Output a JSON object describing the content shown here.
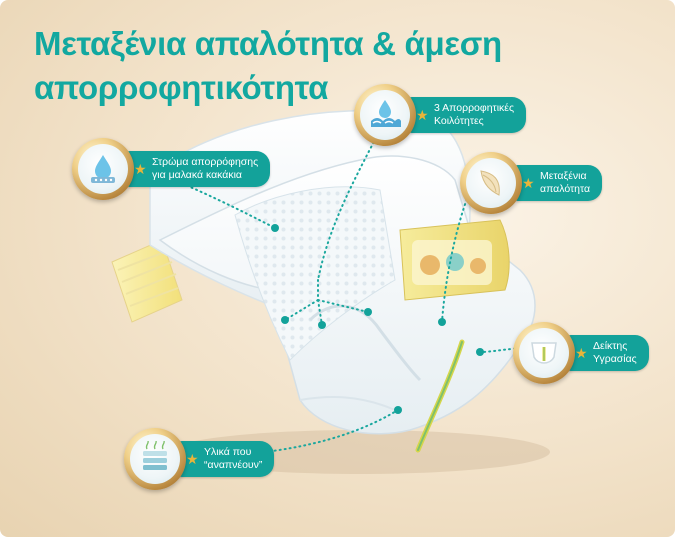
{
  "headline": {
    "line1": "Μεταξένια απαλότητα & άμεση",
    "line2": "απορροφητικότητα"
  },
  "features": [
    {
      "id": "layer",
      "icon": "droplet-layer-icon",
      "line1": "Στρώμα απορρόφησης",
      "line2": "για μαλακά κακάκια"
    },
    {
      "id": "pockets",
      "icon": "droplet-pockets-icon",
      "line1": "3 Απορροφητικές",
      "line2": "Κοιλότητες"
    },
    {
      "id": "silky",
      "icon": "silk-fabric-icon",
      "line1": "Μεταξένια",
      "line2": "απαλότητα"
    },
    {
      "id": "wetness",
      "icon": "diaper-indicator-icon",
      "line1": "Δείκτης",
      "line2": "Υγρασίας"
    },
    {
      "id": "breathable",
      "icon": "breathable-layers-icon",
      "line1": "Υλικά που",
      "line2": "“αναπνέουν”"
    }
  ],
  "colors": {
    "accent": "#13a29a",
    "gold": "#c9994a",
    "star": "#e8b53a"
  }
}
